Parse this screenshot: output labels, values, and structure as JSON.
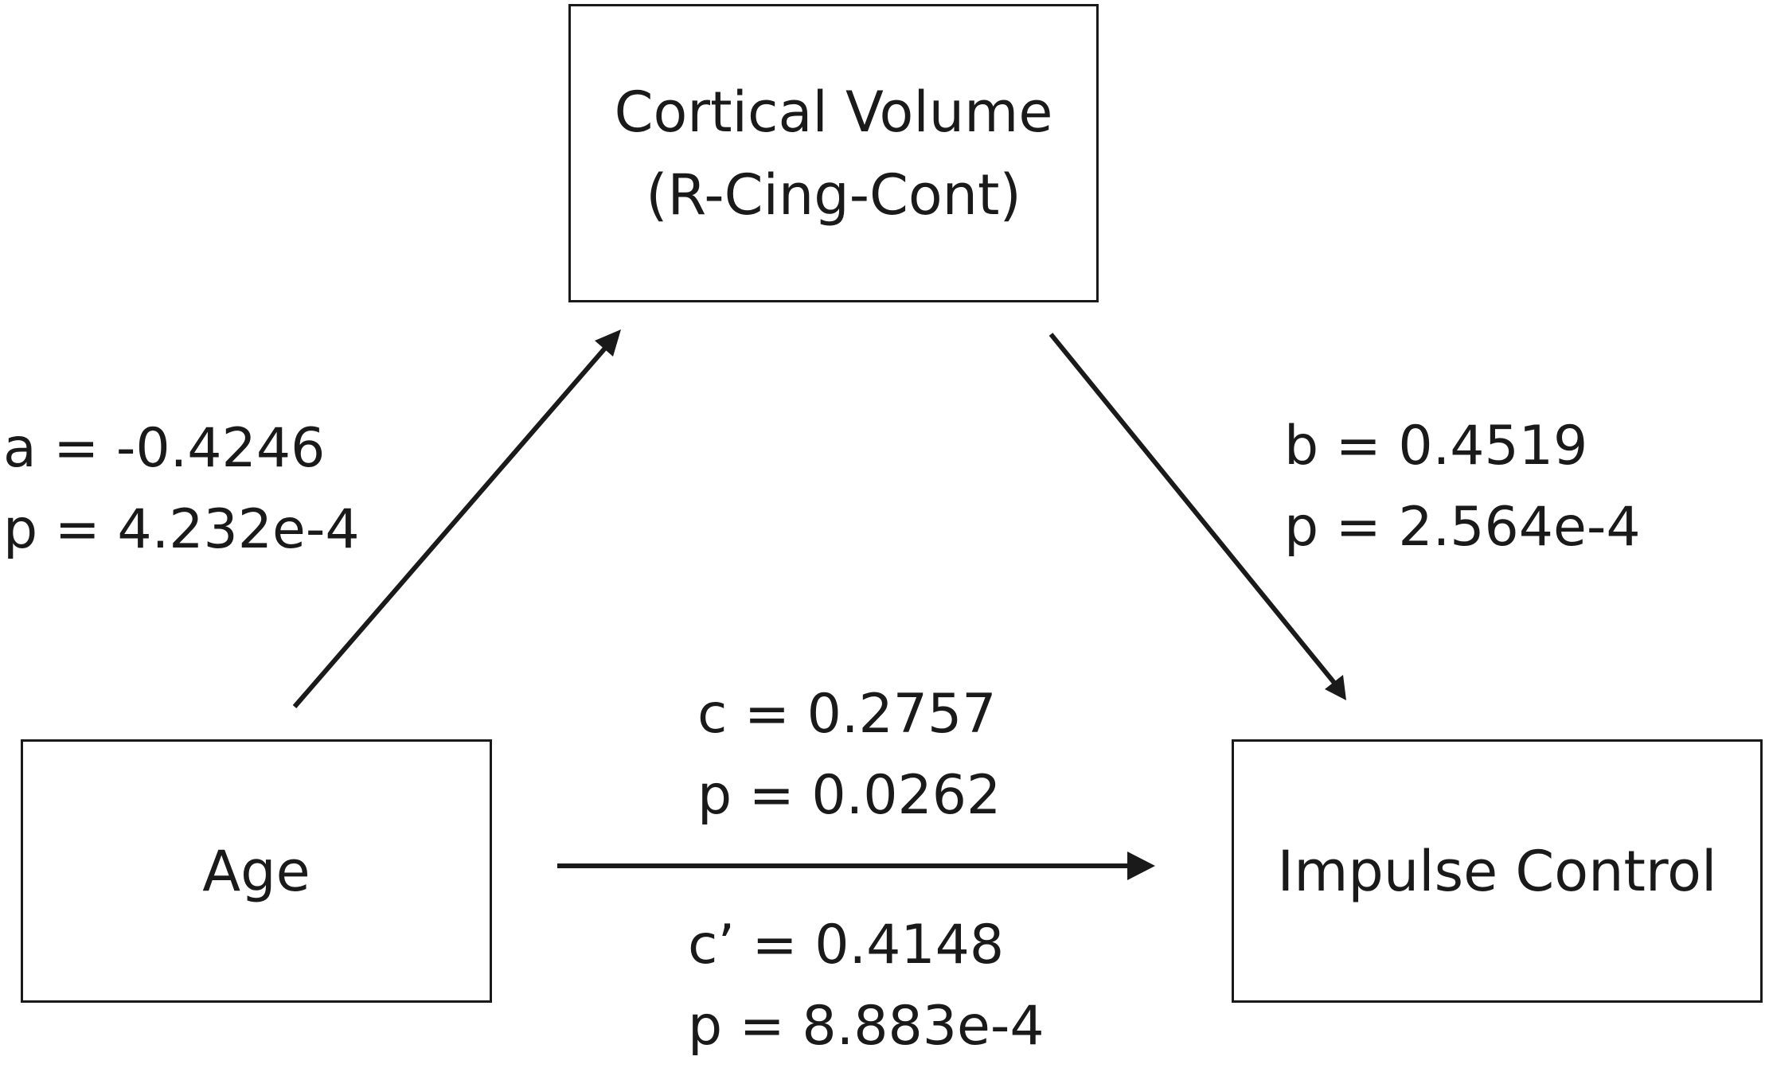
{
  "nodes": {
    "mediator": {
      "line1": "Cortical Volume",
      "line2": "(R-Cing-Cont)"
    },
    "predictor": {
      "label": "Age"
    },
    "outcome": {
      "label": "Impulse Control"
    }
  },
  "paths": {
    "a": {
      "coefficient": "a = -0.4246",
      "p_value": "p = 4.232e-4"
    },
    "b": {
      "coefficient": "b = 0.4519",
      "p_value": "p = 2.564e-4"
    },
    "c": {
      "coefficient": "c = 0.2757",
      "p_value": "p = 0.0262"
    },
    "c_prime": {
      "coefficient": "c’ = 0.4148",
      "p_value": "p = 8.883e-4"
    }
  },
  "colors": {
    "line": "#1a1a1a",
    "background": "#ffffff"
  }
}
